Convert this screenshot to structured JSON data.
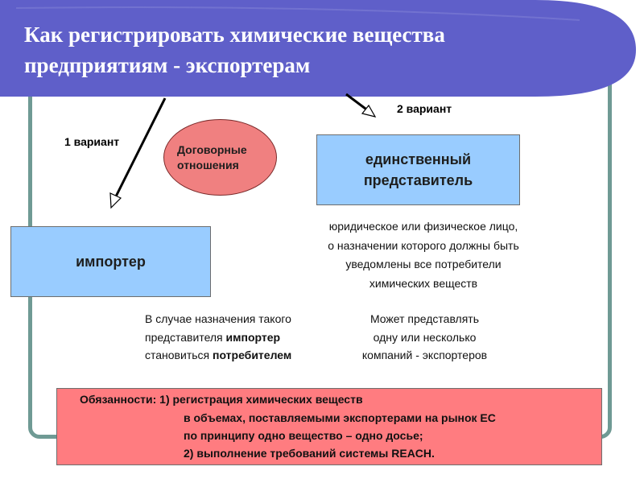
{
  "title": {
    "line1": "Как регистрировать химические вещества",
    "line2": "предприятиям - экспортерам"
  },
  "variant1_label": "1 вариант",
  "variant2_label": "2 вариант",
  "contract_ellipse": {
    "line1": "Договорные",
    "line2": "отношения"
  },
  "representative_box": {
    "line1": "единственный",
    "line2": "представитель"
  },
  "importer_box": {
    "label": "импортер"
  },
  "representative_description": [
    "юридическое или физическое лицо,",
    "о назначении которого должны быть",
    "уведомлены все потребители",
    "химических веществ"
  ],
  "importer_case_note": {
    "line1": "В случае назначения такого",
    "line2_prefix": "представителя ",
    "line2_bold": "импортер",
    "line3_prefix": "становиться ",
    "line3_bold": "потребителем"
  },
  "representative_capability": [
    "Может представлять",
    "одну или несколько",
    "компаний - экспортеров"
  ],
  "duties": {
    "line1": "Обязанности: 1) регистрация химических веществ",
    "line2": "в объемах, поставляемыми экспортерами на рынок ЕС",
    "line3": "по  принципу одно вещество – одно досье;",
    "line4": "2) выполнение требований системы REACH."
  },
  "colors": {
    "banner": "#5f5fc9",
    "frame": "#6f9a94",
    "ellipse": "#f08080",
    "blue_box": "#99ccff",
    "duties_box": "#ff7c80"
  }
}
